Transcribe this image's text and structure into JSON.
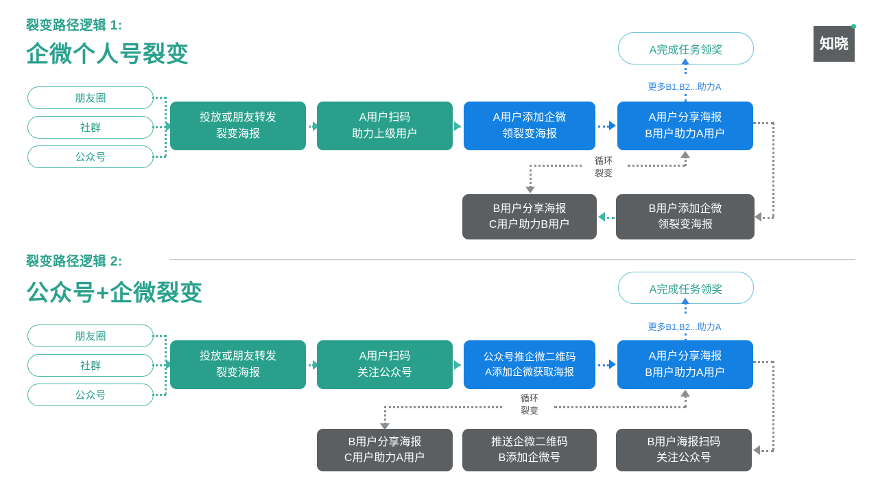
{
  "logo": {
    "text": "知晓"
  },
  "sections": [
    {
      "kicker": "裂变路径逻辑 1:",
      "title": "企微个人号裂变",
      "sources": [
        {
          "label": "朋友圈"
        },
        {
          "label": "社群"
        },
        {
          "label": "公众号"
        }
      ],
      "goal": "A完成任务领奖",
      "goal_note": "更多B1,B2...助力A",
      "loop_note_line1": "循环",
      "loop_note_line2": "裂变",
      "flow": [
        {
          "line1": "投放或朋友转发",
          "line2": "裂变海报",
          "color": "green"
        },
        {
          "line1": "A用户扫码",
          "line2": "助力上级用户",
          "color": "green"
        },
        {
          "line1": "A用户添加企微",
          "line2": "领裂变海报",
          "color": "blue"
        },
        {
          "line1": "A用户分享海报",
          "line2": "B用户助力A用户",
          "color": "blue"
        }
      ],
      "loop": [
        {
          "line1": "B用户分享海报",
          "line2": "C用户助力B用户",
          "color": "gray"
        },
        {
          "line1": "B用户添加企微",
          "line2": "领裂变海报",
          "color": "gray"
        }
      ]
    },
    {
      "kicker": "裂变路径逻辑 2:",
      "title": "公众号+企微裂变",
      "sources": [
        {
          "label": "朋友圈"
        },
        {
          "label": "社群"
        },
        {
          "label": "公众号"
        }
      ],
      "goal": "A完成任务领奖",
      "goal_note": "更多B1,B2...助力A",
      "loop_note_line1": "循环",
      "loop_note_line2": "裂变",
      "flow": [
        {
          "line1": "投放或朋友转发",
          "line2": "裂变海报",
          "color": "green"
        },
        {
          "line1": "A用户扫码",
          "line2": "关注公众号",
          "color": "green"
        },
        {
          "line1": "公众号推企微二维码",
          "line2": "A添加企微获取海报",
          "color": "blue"
        },
        {
          "line1": "A用户分享海报",
          "line2": "B用户助力A用户",
          "color": "blue"
        }
      ],
      "loop": [
        {
          "line1": "B用户分享海报",
          "line2": "C用户助力A用户",
          "color": "gray"
        },
        {
          "line1": "推送企微二维码",
          "line2": "B添加企微号",
          "color": "gray"
        },
        {
          "line1": "B用户海报扫码",
          "line2": "关注公众号",
          "color": "gray"
        }
      ]
    }
  ],
  "colors": {
    "teal": "#2aa18d",
    "green_box": "#2aa08c",
    "blue_box": "#1380e2",
    "gray_box": "#5b5f61",
    "blue_text": "#2f86e4",
    "background": "#ffffff"
  }
}
